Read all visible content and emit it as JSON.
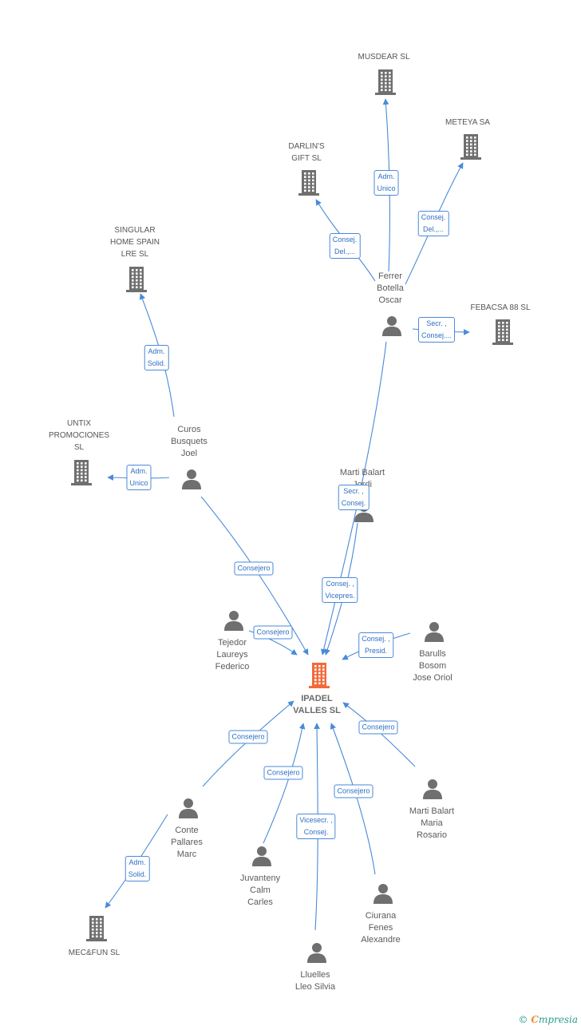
{
  "focus": {
    "id": "ipadel",
    "label": "IPADEL\nVALLES SL",
    "color": "#f26b3a"
  },
  "colors": {
    "icon": "#6f6f6f",
    "edge": "#4a8ad8",
    "label_text": "#2f6fc4"
  },
  "companies": [
    {
      "id": "musdear",
      "label": "MUSDEAR SL"
    },
    {
      "id": "meteya",
      "label": "METEYA SA"
    },
    {
      "id": "darlins",
      "label": "DARLIN'S\nGIFT SL"
    },
    {
      "id": "singular",
      "label": "SINGULAR\nHOME SPAIN\nLRE SL"
    },
    {
      "id": "febacsa",
      "label": "FEBACSA 88  SL"
    },
    {
      "id": "untix",
      "label": "UNTIX\nPROMOCIONES\nSL"
    },
    {
      "id": "mecfun",
      "label": "MEC&FUN SL"
    }
  ],
  "people": [
    {
      "id": "ferrer",
      "label": "Ferrer\nBotella\nOscar"
    },
    {
      "id": "curos",
      "label": "Curos\nBusquets\nJoel"
    },
    {
      "id": "martijordi",
      "label": "Marti Balart\nJordi"
    },
    {
      "id": "tejedor",
      "label": "Tejedor\nLaureys\nFederico"
    },
    {
      "id": "barulls",
      "label": "Barulls\nBosom\nJose Oriol"
    },
    {
      "id": "martimaria",
      "label": "Marti Balart\nMaria\nRosario"
    },
    {
      "id": "conte",
      "label": "Conte\nPallares\nMarc"
    },
    {
      "id": "juvanteny",
      "label": "Juvanteny\nCalm\nCarles"
    },
    {
      "id": "ciurana",
      "label": "Ciurana\nFenes\nAlexandre"
    },
    {
      "id": "lluelles",
      "label": "Lluelles\nLleo Silvia"
    }
  ],
  "relations": [
    {
      "id": "r1",
      "label": "Adm.\nUnico"
    },
    {
      "id": "r2",
      "label": "Consej.\nDel.,..."
    },
    {
      "id": "r3",
      "label": "Consej.\nDel.,..."
    },
    {
      "id": "r4",
      "label": "Secr. ,\nConsej...."
    },
    {
      "id": "r5",
      "label": "Adm.\nSolid."
    },
    {
      "id": "r6",
      "label": "Adm.\nUnico"
    },
    {
      "id": "r7",
      "label": "Secr. ,\nConsej."
    },
    {
      "id": "r8",
      "label": "Consejero"
    },
    {
      "id": "r9",
      "label": "Consej. ,\nVicepres."
    },
    {
      "id": "r10",
      "label": "Consejero"
    },
    {
      "id": "r11",
      "label": "Consej. ,\nPresid."
    },
    {
      "id": "r12",
      "label": "Consejero"
    },
    {
      "id": "r13",
      "label": "Consejero"
    },
    {
      "id": "r14",
      "label": "Consejero"
    },
    {
      "id": "r15",
      "label": "Vicesecr. ,\nConsej."
    },
    {
      "id": "r16",
      "label": "Consejero"
    },
    {
      "id": "r17",
      "label": "Adm.\nSolid."
    }
  ],
  "footer": {
    "copyright": "©",
    "brand_first": "C",
    "brand_rest": "mpresia"
  }
}
